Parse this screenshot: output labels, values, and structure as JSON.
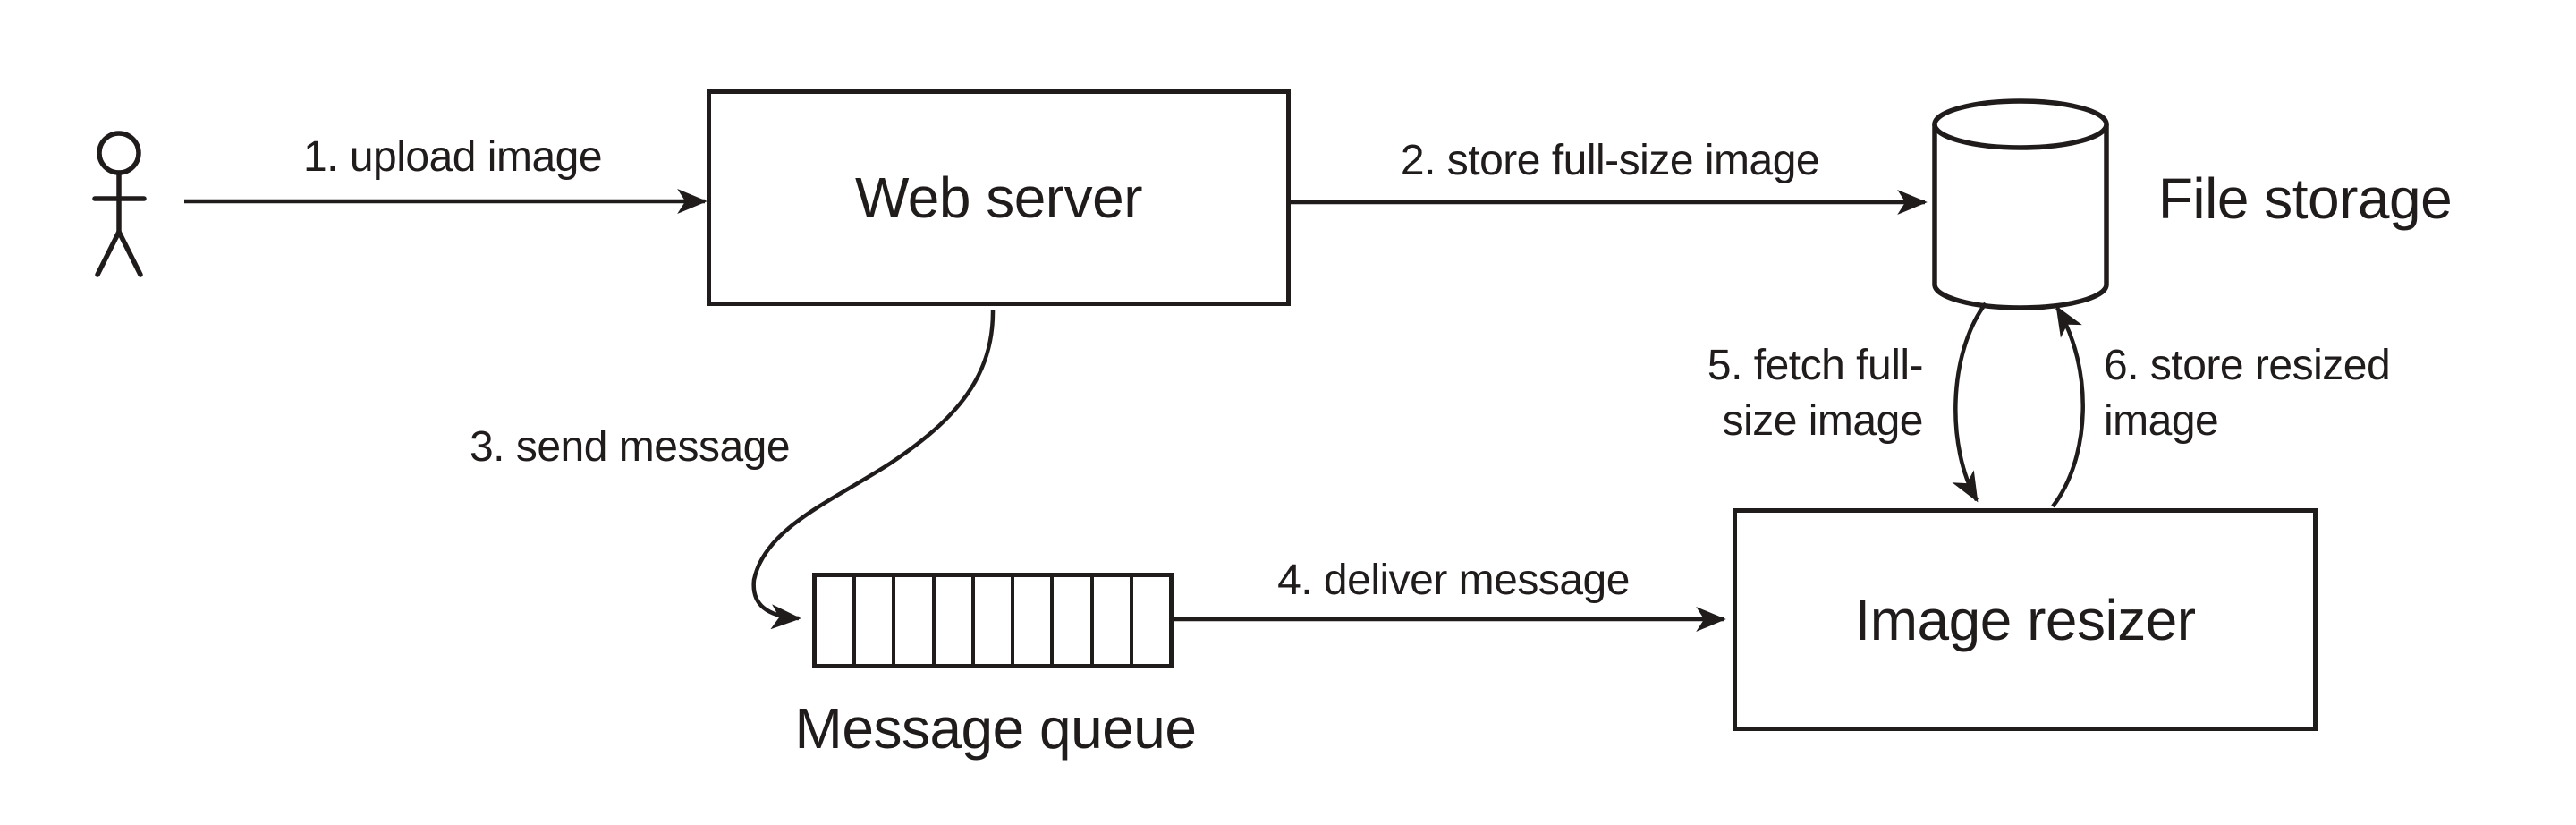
{
  "canvas": {
    "background": "#ffffff",
    "ink": "#201c1c"
  },
  "nodes": {
    "web_server": {
      "label": "Web server"
    },
    "file_storage": {
      "label": "File storage"
    },
    "message_queue": {
      "label": "Message queue",
      "cells": 9
    },
    "image_resizer": {
      "label": "Image resizer"
    }
  },
  "edges": {
    "upload_image": {
      "label": "1. upload image"
    },
    "store_full_size_image": {
      "label": "2. store full-size image"
    },
    "send_message": {
      "label": "3. send message"
    },
    "deliver_message": {
      "label": "4. deliver message"
    },
    "fetch_full_size_image": {
      "label": "5. fetch full-\nsize image"
    },
    "store_resized_image": {
      "label": "6. store resized\nimage"
    }
  }
}
